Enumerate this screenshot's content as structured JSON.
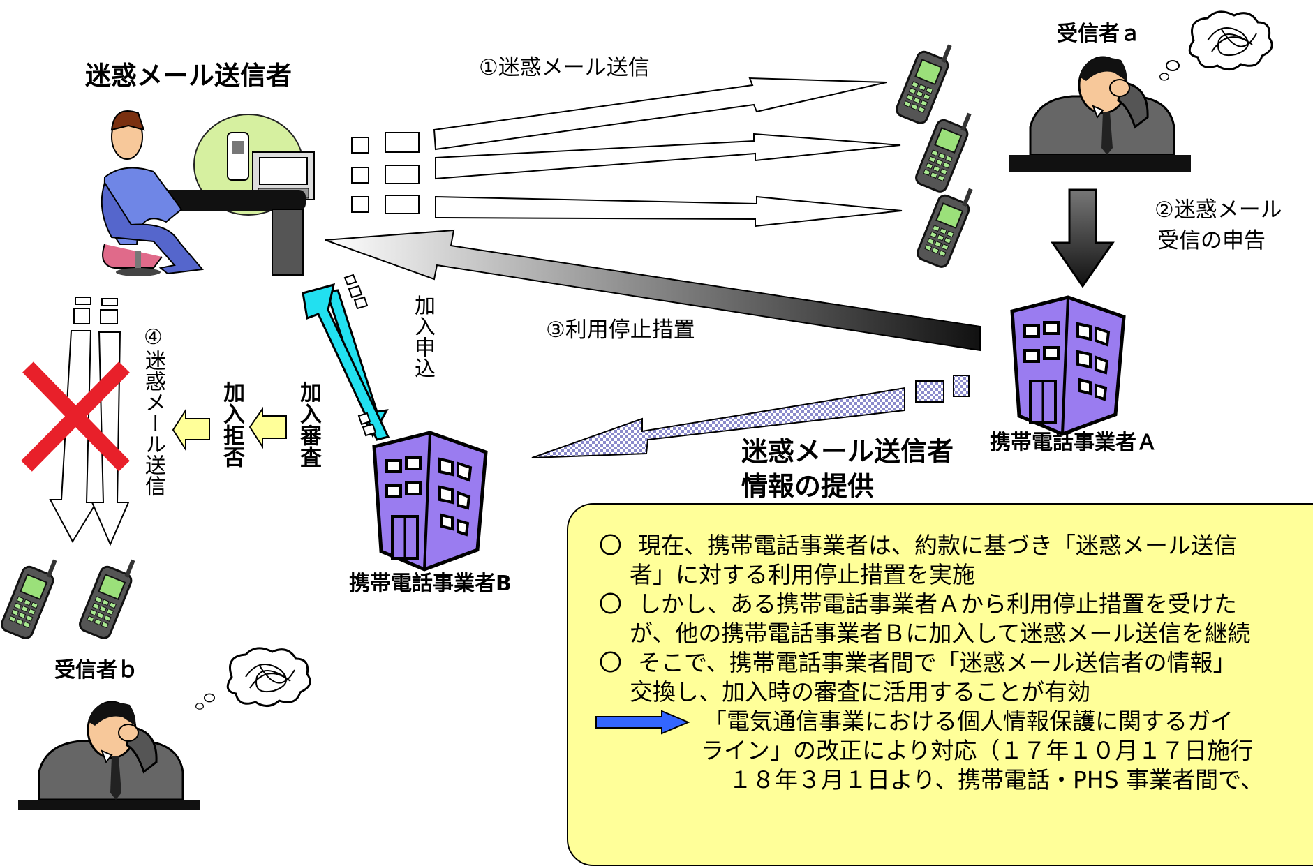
{
  "labels": {
    "sender_title": "迷惑メール送信者",
    "receiver_a": "受信者ａ",
    "receiver_b": "受信者ｂ",
    "step1": "①迷惑メール送信",
    "step2_line1": "②迷惑メール",
    "step2_line2": "受信の申告",
    "step3": "③利用停止措置",
    "step4": "④迷惑メール送信",
    "join_apply": "加入申込",
    "join_review": "加入審査",
    "join_reject": "加入拒否",
    "provide_line1": "迷惑メール送信者",
    "provide_line2": "情報の提供",
    "carrier_a": "携帯電話事業者Ａ",
    "carrier_b": "携帯電話事業者B"
  },
  "note": {
    "item1_line1": "現在、携帯電話事業者は、約款に基づき「迷惑メール送信",
    "item1_line2": "者」に対する利用停止措置を実施",
    "item2_line1": "しかし、ある携帯電話事業者Ａから利用停止措置を受けた",
    "item2_line2": "が、他の携帯電話事業者Ｂに加入して迷惑メール送信を継続",
    "item3_line1": "そこで、携帯電話事業者間で「迷惑メール送信者の情報」",
    "item3_line2": "交換し、加入時の審査に活用することが有効",
    "conclusion_line1": "「電気通信事業における個人情報保護に関するガイ",
    "conclusion_line2": "ライン」の改正により対応（１７年１０月１７日施行",
    "conclusion_line3": "１８年３月１日より、携帯電話・PHS 事業者間で、",
    "bullet": "〇"
  },
  "colors": {
    "note_bg": "#ffff99",
    "building": "#9a7cf0",
    "join_arrow": "#22e0f0",
    "reject_arrow": "#ffff99",
    "cross": "#e8202a",
    "conclusion_arrow": "#3366ff"
  },
  "icons": [
    "person-at-computer-icon",
    "mobile-phone-icon",
    "worried-person-icon",
    "thought-bubble-icon",
    "building-icon",
    "red-cross-icon",
    "blue-arrow-icon"
  ]
}
